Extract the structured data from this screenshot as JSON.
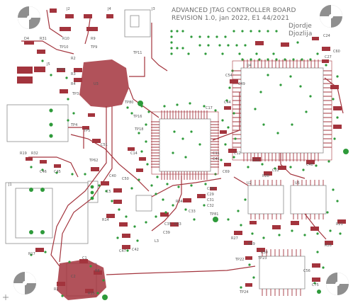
{
  "board": {
    "title_line1": "ADVANCED JTAG CONTROLLER BOARD",
    "title_line2": "REVISION 1.0,  jan 2022, E1 44/2021",
    "author_line1": "Djordje",
    "author_line2": "Djozlija",
    "label_j2": "J2",
    "label_j4": "J4",
    "label_j3": "J3"
  },
  "colors": {
    "background": "#ffffff",
    "copper": "#a3343d",
    "pad": "#2e9a3a",
    "silkscreen": "#8c8c8c",
    "mounting_hole": "#8f8f8f"
  },
  "designators": [
    "D4",
    "R31",
    "R10",
    "TP10",
    "R9",
    "TP9",
    "TP11",
    "J5",
    "TP13",
    "R2",
    "R3",
    "R4",
    "TP3",
    "U3",
    "TP4",
    "TP5",
    "C51",
    "TP80",
    "TP16",
    "TP18",
    "C14",
    "R19",
    "R32",
    "C46",
    "C45",
    "TP62",
    "U4",
    "C27",
    "C24",
    "C60",
    "C54",
    "C49",
    "C44",
    "C13",
    "C12",
    "C17",
    "C11",
    "C69",
    "C41",
    "C40",
    "C50",
    "R14",
    "C47",
    "C42",
    "L3",
    "C39",
    "R33",
    "C29",
    "C31",
    "C32",
    "C34",
    "C5",
    "C33",
    "C35",
    "R34",
    "TP81",
    "U2",
    "U5",
    "R28",
    "R27",
    "R29",
    "R30",
    "TP22",
    "TP23",
    "TP24",
    "C56",
    "C75",
    "R26",
    "R21",
    "R17",
    "C1",
    "R8",
    "C2",
    "R1",
    "R15",
    "C48",
    "C22",
    "J1"
  ],
  "icons": [
    "mounting-hole-icon"
  ]
}
